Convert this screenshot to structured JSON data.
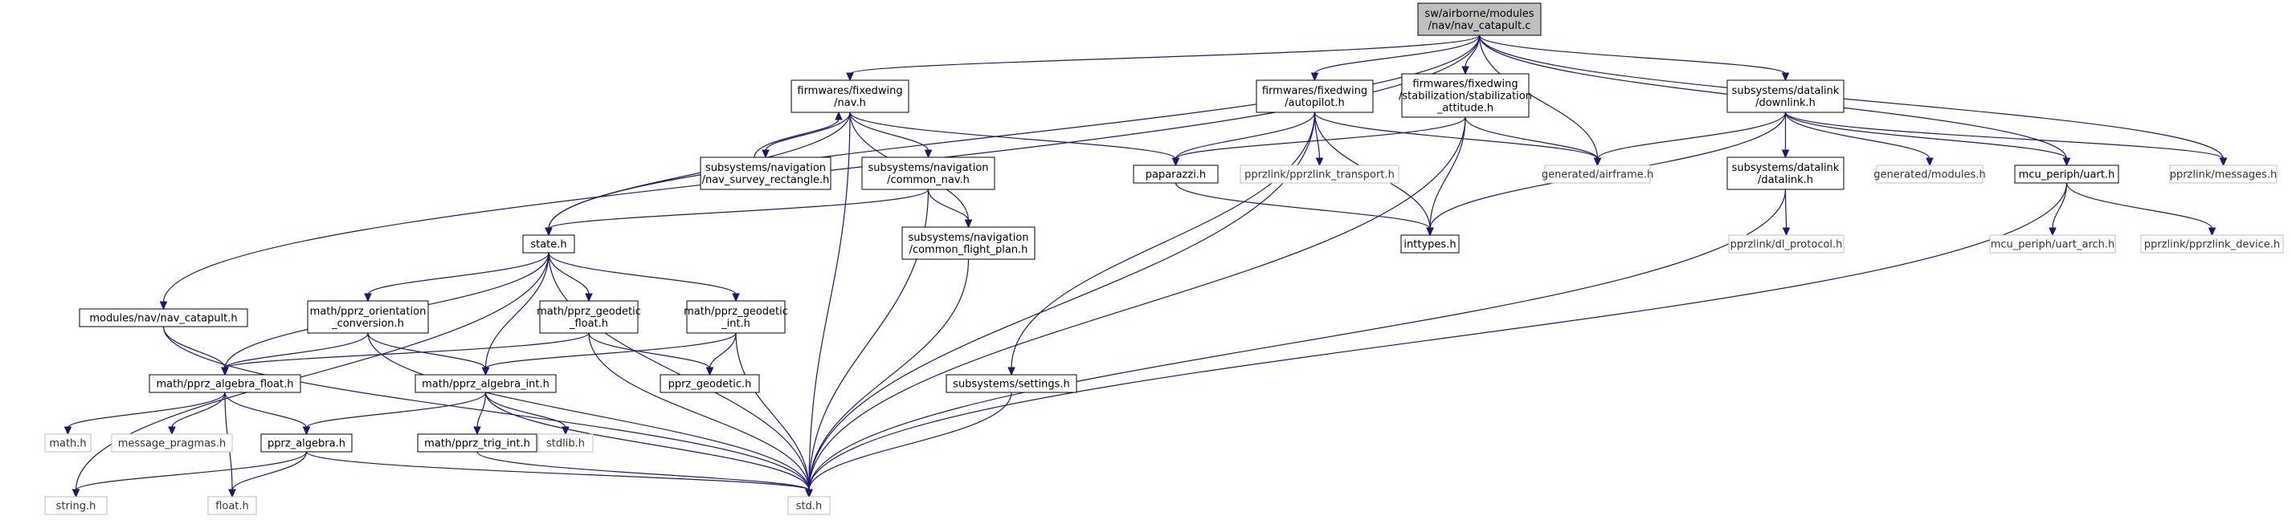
{
  "nodes": [
    {
      "id": "root",
      "lines": [
        "sw/airborne/modules",
        "/nav/nav_catapult.c"
      ],
      "kind": "root"
    },
    {
      "id": "fw_nav",
      "lines": [
        "firmwares/fixedwing",
        "/nav.h"
      ],
      "kind": "normal"
    },
    {
      "id": "fw_autopilot",
      "lines": [
        "firmwares/fixedwing",
        "/autopilot.h"
      ],
      "kind": "normal"
    },
    {
      "id": "fw_stab",
      "lines": [
        "firmwares/fixedwing",
        "/stabilization/stabilization",
        "_attitude.h"
      ],
      "kind": "normal"
    },
    {
      "id": "downlink",
      "lines": [
        "subsystems/datalink",
        "/downlink.h"
      ],
      "kind": "normal"
    },
    {
      "id": "nav_survey",
      "lines": [
        "subsystems/navigation",
        "/nav_survey_rectangle.h"
      ],
      "kind": "normal"
    },
    {
      "id": "common_nav",
      "lines": [
        "subsystems/navigation",
        "/common_nav.h"
      ],
      "kind": "normal"
    },
    {
      "id": "paparazzi",
      "lines": [
        "paparazzi.h"
      ],
      "kind": "normal"
    },
    {
      "id": "pprzlink_transport",
      "lines": [
        "pprzlink/pprzlink_transport.h"
      ],
      "kind": "external"
    },
    {
      "id": "generated_airframe",
      "lines": [
        "generated/airframe.h"
      ],
      "kind": "external"
    },
    {
      "id": "datalink_h",
      "lines": [
        "subsystems/datalink",
        "/datalink.h"
      ],
      "kind": "normal"
    },
    {
      "id": "generated_modules",
      "lines": [
        "generated/modules.h"
      ],
      "kind": "external"
    },
    {
      "id": "mcu_uart",
      "lines": [
        "mcu_periph/uart.h"
      ],
      "kind": "normal"
    },
    {
      "id": "pprzlink_messages",
      "lines": [
        "pprzlink/messages.h"
      ],
      "kind": "external"
    },
    {
      "id": "state",
      "lines": [
        "state.h"
      ],
      "kind": "normal"
    },
    {
      "id": "common_flight_plan",
      "lines": [
        "subsystems/navigation",
        "/common_flight_plan.h"
      ],
      "kind": "normal"
    },
    {
      "id": "inttypes",
      "lines": [
        "inttypes.h"
      ],
      "kind": "normal"
    },
    {
      "id": "dl_protocol",
      "lines": [
        "pprzlink/dl_protocol.h"
      ],
      "kind": "external"
    },
    {
      "id": "uart_arch",
      "lines": [
        "mcu_periph/uart_arch.h"
      ],
      "kind": "external"
    },
    {
      "id": "pprzlink_device",
      "lines": [
        "pprzlink/pprzlink_device.h"
      ],
      "kind": "external"
    },
    {
      "id": "nav_catapult_h",
      "lines": [
        "modules/nav/nav_catapult.h"
      ],
      "kind": "normal"
    },
    {
      "id": "orientation_conv",
      "lines": [
        "math/pprz_orientation",
        "_conversion.h"
      ],
      "kind": "normal"
    },
    {
      "id": "geodetic_float",
      "lines": [
        "math/pprz_geodetic",
        "_float.h"
      ],
      "kind": "normal"
    },
    {
      "id": "geodetic_int",
      "lines": [
        "math/pprz_geodetic",
        "_int.h"
      ],
      "kind": "normal"
    },
    {
      "id": "algebra_float",
      "lines": [
        "math/pprz_algebra_float.h"
      ],
      "kind": "normal"
    },
    {
      "id": "algebra_int",
      "lines": [
        "math/pprz_algebra_int.h"
      ],
      "kind": "normal"
    },
    {
      "id": "pprz_geodetic",
      "lines": [
        "pprz_geodetic.h"
      ],
      "kind": "normal"
    },
    {
      "id": "settings",
      "lines": [
        "subsystems/settings.h"
      ],
      "kind": "normal"
    },
    {
      "id": "math_h",
      "lines": [
        "math.h"
      ],
      "kind": "external"
    },
    {
      "id": "message_pragmas",
      "lines": [
        "message_pragmas.h"
      ],
      "kind": "external"
    },
    {
      "id": "pprz_algebra",
      "lines": [
        "pprz_algebra.h"
      ],
      "kind": "normal"
    },
    {
      "id": "trig_int",
      "lines": [
        "math/pprz_trig_int.h"
      ],
      "kind": "normal"
    },
    {
      "id": "stdlib",
      "lines": [
        "stdlib.h"
      ],
      "kind": "external"
    },
    {
      "id": "string_h",
      "lines": [
        "string.h"
      ],
      "kind": "external"
    },
    {
      "id": "float_h",
      "lines": [
        "float.h"
      ],
      "kind": "external"
    },
    {
      "id": "std_h",
      "lines": [
        "std.h"
      ],
      "kind": "external"
    }
  ],
  "edges": [
    [
      "root",
      "fw_nav"
    ],
    [
      "root",
      "fw_autopilot"
    ],
    [
      "root",
      "fw_stab"
    ],
    [
      "root",
      "downlink"
    ],
    [
      "root",
      "generated_airframe"
    ],
    [
      "root",
      "mcu_uart"
    ],
    [
      "root",
      "pprzlink_messages"
    ],
    [
      "root",
      "state"
    ],
    [
      "root",
      "nav_catapult_h"
    ],
    [
      "fw_nav",
      "nav_survey"
    ],
    [
      "fw_nav",
      "common_nav"
    ],
    [
      "fw_nav",
      "paparazzi"
    ],
    [
      "fw_nav",
      "state"
    ],
    [
      "fw_nav",
      "common_flight_plan"
    ],
    [
      "fw_nav",
      "std_h"
    ],
    [
      "nav_survey",
      "fw_nav"
    ],
    [
      "fw_autopilot",
      "paparazzi"
    ],
    [
      "fw_autopilot",
      "pprzlink_transport"
    ],
    [
      "fw_autopilot",
      "generated_airframe"
    ],
    [
      "fw_autopilot",
      "inttypes"
    ],
    [
      "fw_autopilot",
      "settings"
    ],
    [
      "fw_autopilot",
      "std_h"
    ],
    [
      "fw_stab",
      "paparazzi"
    ],
    [
      "fw_stab",
      "generated_airframe"
    ],
    [
      "fw_stab",
      "inttypes"
    ],
    [
      "fw_stab",
      "std_h"
    ],
    [
      "downlink",
      "generated_airframe"
    ],
    [
      "downlink",
      "datalink_h"
    ],
    [
      "downlink",
      "generated_modules"
    ],
    [
      "downlink",
      "mcu_uart"
    ],
    [
      "downlink",
      "pprzlink_messages"
    ],
    [
      "downlink",
      "inttypes"
    ],
    [
      "paparazzi",
      "inttypes"
    ],
    [
      "common_nav",
      "state"
    ],
    [
      "common_nav",
      "common_flight_plan"
    ],
    [
      "common_nav",
      "std_h"
    ],
    [
      "common_flight_plan",
      "std_h"
    ],
    [
      "datalink_h",
      "dl_protocol"
    ],
    [
      "datalink_h",
      "std_h"
    ],
    [
      "mcu_uart",
      "uart_arch"
    ],
    [
      "mcu_uart",
      "pprzlink_device"
    ],
    [
      "mcu_uart",
      "std_h"
    ],
    [
      "state",
      "orientation_conv"
    ],
    [
      "state",
      "geodetic_float"
    ],
    [
      "state",
      "geodetic_int"
    ],
    [
      "state",
      "algebra_float"
    ],
    [
      "state",
      "algebra_int"
    ],
    [
      "state",
      "std_h"
    ],
    [
      "state",
      "string_h"
    ],
    [
      "nav_catapult_h",
      "algebra_float"
    ],
    [
      "nav_catapult_h",
      "std_h"
    ],
    [
      "orientation_conv",
      "algebra_float"
    ],
    [
      "orientation_conv",
      "algebra_int"
    ],
    [
      "orientation_conv",
      "std_h"
    ],
    [
      "geodetic_float",
      "algebra_float"
    ],
    [
      "geodetic_float",
      "pprz_geodetic"
    ],
    [
      "geodetic_float",
      "std_h"
    ],
    [
      "geodetic_int",
      "algebra_int"
    ],
    [
      "geodetic_int",
      "pprz_geodetic"
    ],
    [
      "geodetic_int",
      "std_h"
    ],
    [
      "algebra_float",
      "math_h"
    ],
    [
      "algebra_float",
      "message_pragmas"
    ],
    [
      "algebra_float",
      "pprz_algebra"
    ],
    [
      "algebra_float",
      "float_h"
    ],
    [
      "algebra_int",
      "pprz_algebra"
    ],
    [
      "algebra_int",
      "trig_int"
    ],
    [
      "algebra_int",
      "stdlib"
    ],
    [
      "algebra_int",
      "std_h"
    ],
    [
      "pprz_algebra",
      "string_h"
    ],
    [
      "pprz_algebra",
      "float_h"
    ],
    [
      "pprz_algebra",
      "std_h"
    ],
    [
      "trig_int",
      "std_h"
    ],
    [
      "settings",
      "std_h"
    ]
  ]
}
